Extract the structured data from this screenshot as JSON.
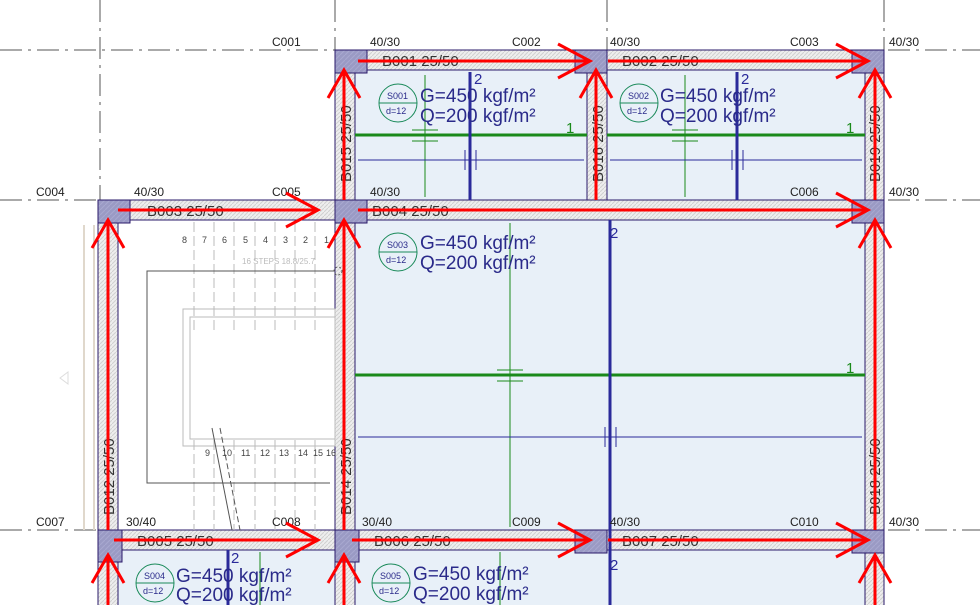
{
  "columns": {
    "c001": "C001",
    "c002": "C002",
    "c003": "C003",
    "c004": "C004",
    "c005": "C005",
    "c006": "C006",
    "c007": "C007",
    "c008": "C008",
    "c009": "C009",
    "c010": "C010"
  },
  "column_sizes": {
    "a": "40/30",
    "b": "30/40"
  },
  "beams": {
    "b001": "B001 25/50",
    "b002": "B002 25/50",
    "b003": "B003 25/50",
    "b004": "B004 25/50",
    "b005": "B005 25/50",
    "b006": "B006 25/50",
    "b007": "B007 25/50",
    "b012": "B012 25/50",
    "b014": "B014 25/50",
    "b015": "B015 25/50",
    "b016": "B016 25/50",
    "b018": "B018 25/50",
    "b019": "B019 25/50"
  },
  "slabs": [
    {
      "id": "S001",
      "thickness": "d=12",
      "dead_load": "G=450 kgf/m²",
      "live_load": "Q=200 kgf/m²"
    },
    {
      "id": "S002",
      "thickness": "d=12",
      "dead_load": "G=450 kgf/m²",
      "live_load": "Q=200 kgf/m²"
    },
    {
      "id": "S003",
      "thickness": "d=12",
      "dead_load": "G=450 kgf/m²",
      "live_load": "Q=200 kgf/m²"
    },
    {
      "id": "S004",
      "thickness": "d=12",
      "dead_load": "G=450 kgf/m²",
      "live_load": "Q=200 kgf/m²"
    },
    {
      "id": "S005",
      "thickness": "d=12",
      "dead_load": "G=450 kgf/m²",
      "live_load": "Q=200 kgf/m²"
    }
  ],
  "directions": {
    "one": "1",
    "two": "2"
  },
  "stair": {
    "label": "16 STEPS 18.8/25.7",
    "steps_top": [
      "8",
      "7",
      "6",
      "5",
      "4",
      "3",
      "2",
      "1"
    ],
    "steps_bottom": [
      "9",
      "10",
      "11",
      "12",
      "13",
      "14",
      "15",
      "16"
    ]
  },
  "colors": {
    "slab": "#e8f0f8",
    "column": "#9a9ac4",
    "beam_outline": "#2a1a6a",
    "arrow": "#ff0000",
    "strip_x": "#1a8a1a",
    "strip_y": "#2a2a9a"
  }
}
